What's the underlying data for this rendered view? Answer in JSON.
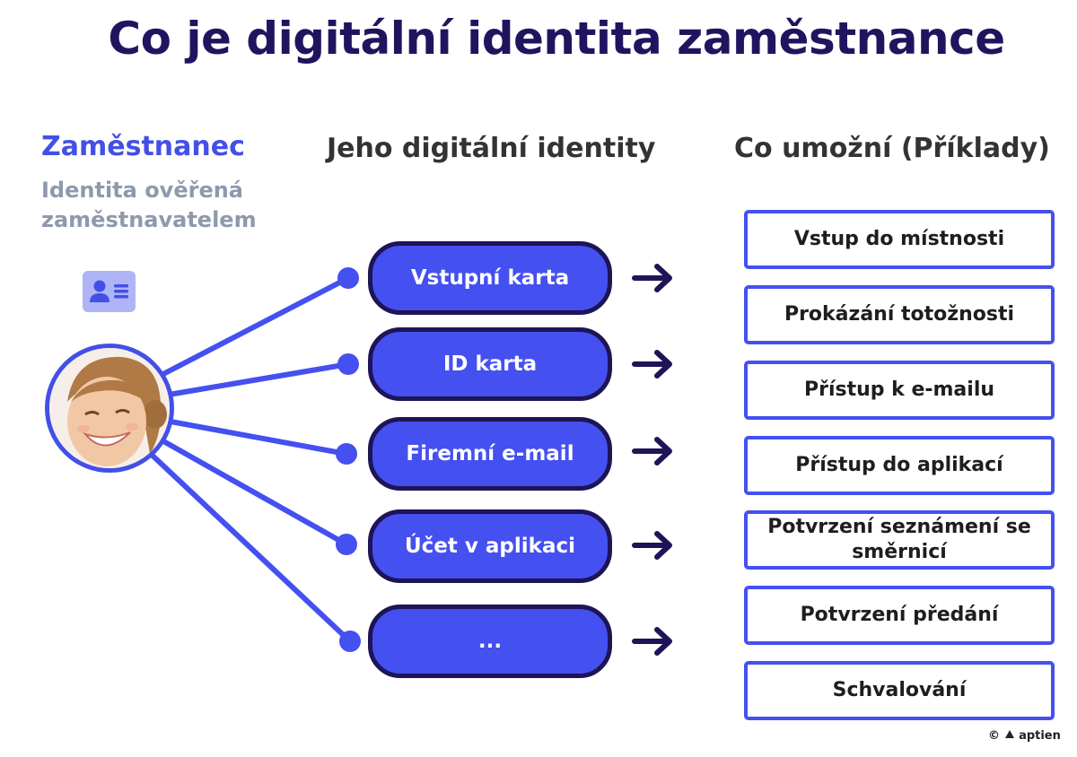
{
  "title": "Co je digitální identita zaměstnance",
  "employee": {
    "heading": "Zaměstnanec",
    "subtitle": "Identita ověřená zaměstnavatelem"
  },
  "identities": {
    "heading": "Jeho digitální identity",
    "items": [
      "Vstupní karta",
      "ID karta",
      "Firemní e-mail",
      "Účet v aplikaci",
      "..."
    ]
  },
  "uses": {
    "heading": "Co umožní (Příklady)",
    "items": [
      "Vstup do místnosti",
      "Prokázání totožnosti",
      "Přístup k e-mailu",
      "Přístup do aplikací",
      "Potvrzení seznámení se směrnicí",
      "Potvrzení předání",
      "Schvalování"
    ]
  },
  "footer": {
    "copyright_symbol": "©",
    "brand": "aptien"
  },
  "colors": {
    "accent": "#4450f0",
    "dark": "#1e1456",
    "muted": "#8d99ad"
  },
  "icons": [
    "id-card-icon",
    "arrow-right-icon",
    "brand-logo-icon"
  ]
}
